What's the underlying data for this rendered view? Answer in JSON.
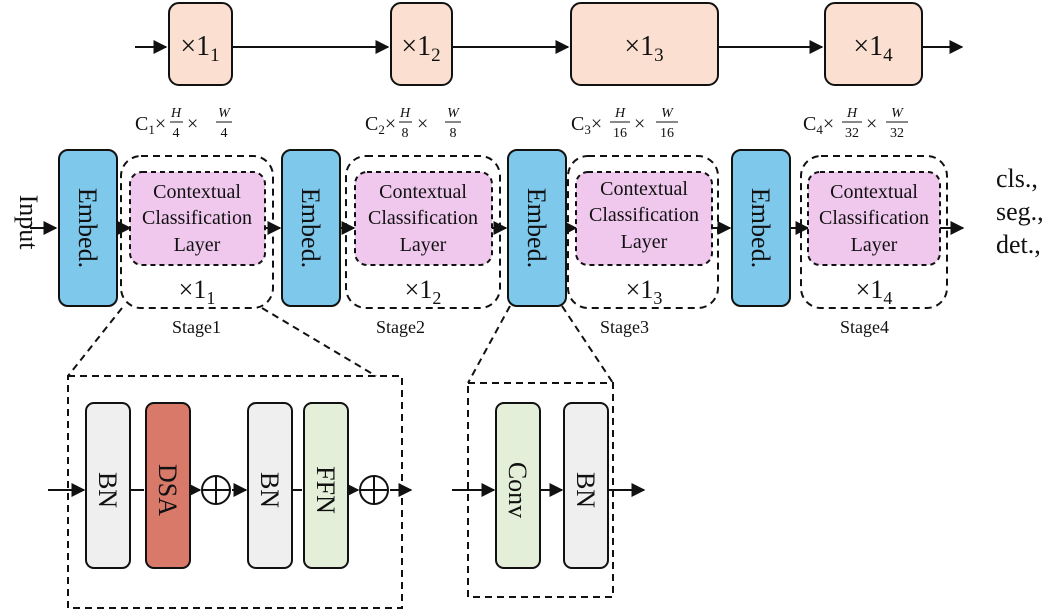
{
  "top_row": {
    "repeat_labels": [
      {
        "prefix": "×1",
        "sub": "1"
      },
      {
        "prefix": "×1",
        "sub": "2"
      },
      {
        "prefix": "×1",
        "sub": "3"
      },
      {
        "prefix": "×1",
        "sub": "4"
      }
    ]
  },
  "dims": [
    {
      "c": "C",
      "csub": "1",
      "h": "H",
      "hd": "4",
      "w": "W",
      "wd": "4"
    },
    {
      "c": "C",
      "csub": "2",
      "h": "H",
      "hd": "8",
      "w": "W",
      "wd": "8"
    },
    {
      "c": "C",
      "csub": "3",
      "h": "H",
      "hd": "16",
      "w": "W",
      "wd": "16"
    },
    {
      "c": "C",
      "csub": "4",
      "h": "H",
      "hd": "32",
      "w": "W",
      "wd": "32"
    }
  ],
  "input_label": "Input",
  "embed_label": "Embed.",
  "ccl_lines": [
    "Contextual",
    "Classification",
    "Layer"
  ],
  "stages": [
    {
      "name": "Stage1",
      "repeat_prefix": "×1",
      "repeat_sub": "1"
    },
    {
      "name": "Stage2",
      "repeat_prefix": "×1",
      "repeat_sub": "2"
    },
    {
      "name": "Stage3",
      "repeat_prefix": "×1",
      "repeat_sub": "3"
    },
    {
      "name": "Stage4",
      "repeat_prefix": "×1",
      "repeat_sub": "4"
    }
  ],
  "outputs": [
    "cls.,",
    "seg.,",
    "det.,"
  ],
  "ccl_detail": {
    "bn1": "BN",
    "dsa": "DSA",
    "bn2": "BN",
    "ffn": "FFN"
  },
  "embed_detail": {
    "conv": "Conv",
    "bn": "BN"
  },
  "colors": {
    "top_box": "#fbe0d2",
    "embed": "#7ec8eb",
    "ccl": "#f0c8ee",
    "bn": "#efefef",
    "dsa": "#d9796a",
    "ffn": "#e3efd8",
    "conv": "#e3efd8"
  }
}
